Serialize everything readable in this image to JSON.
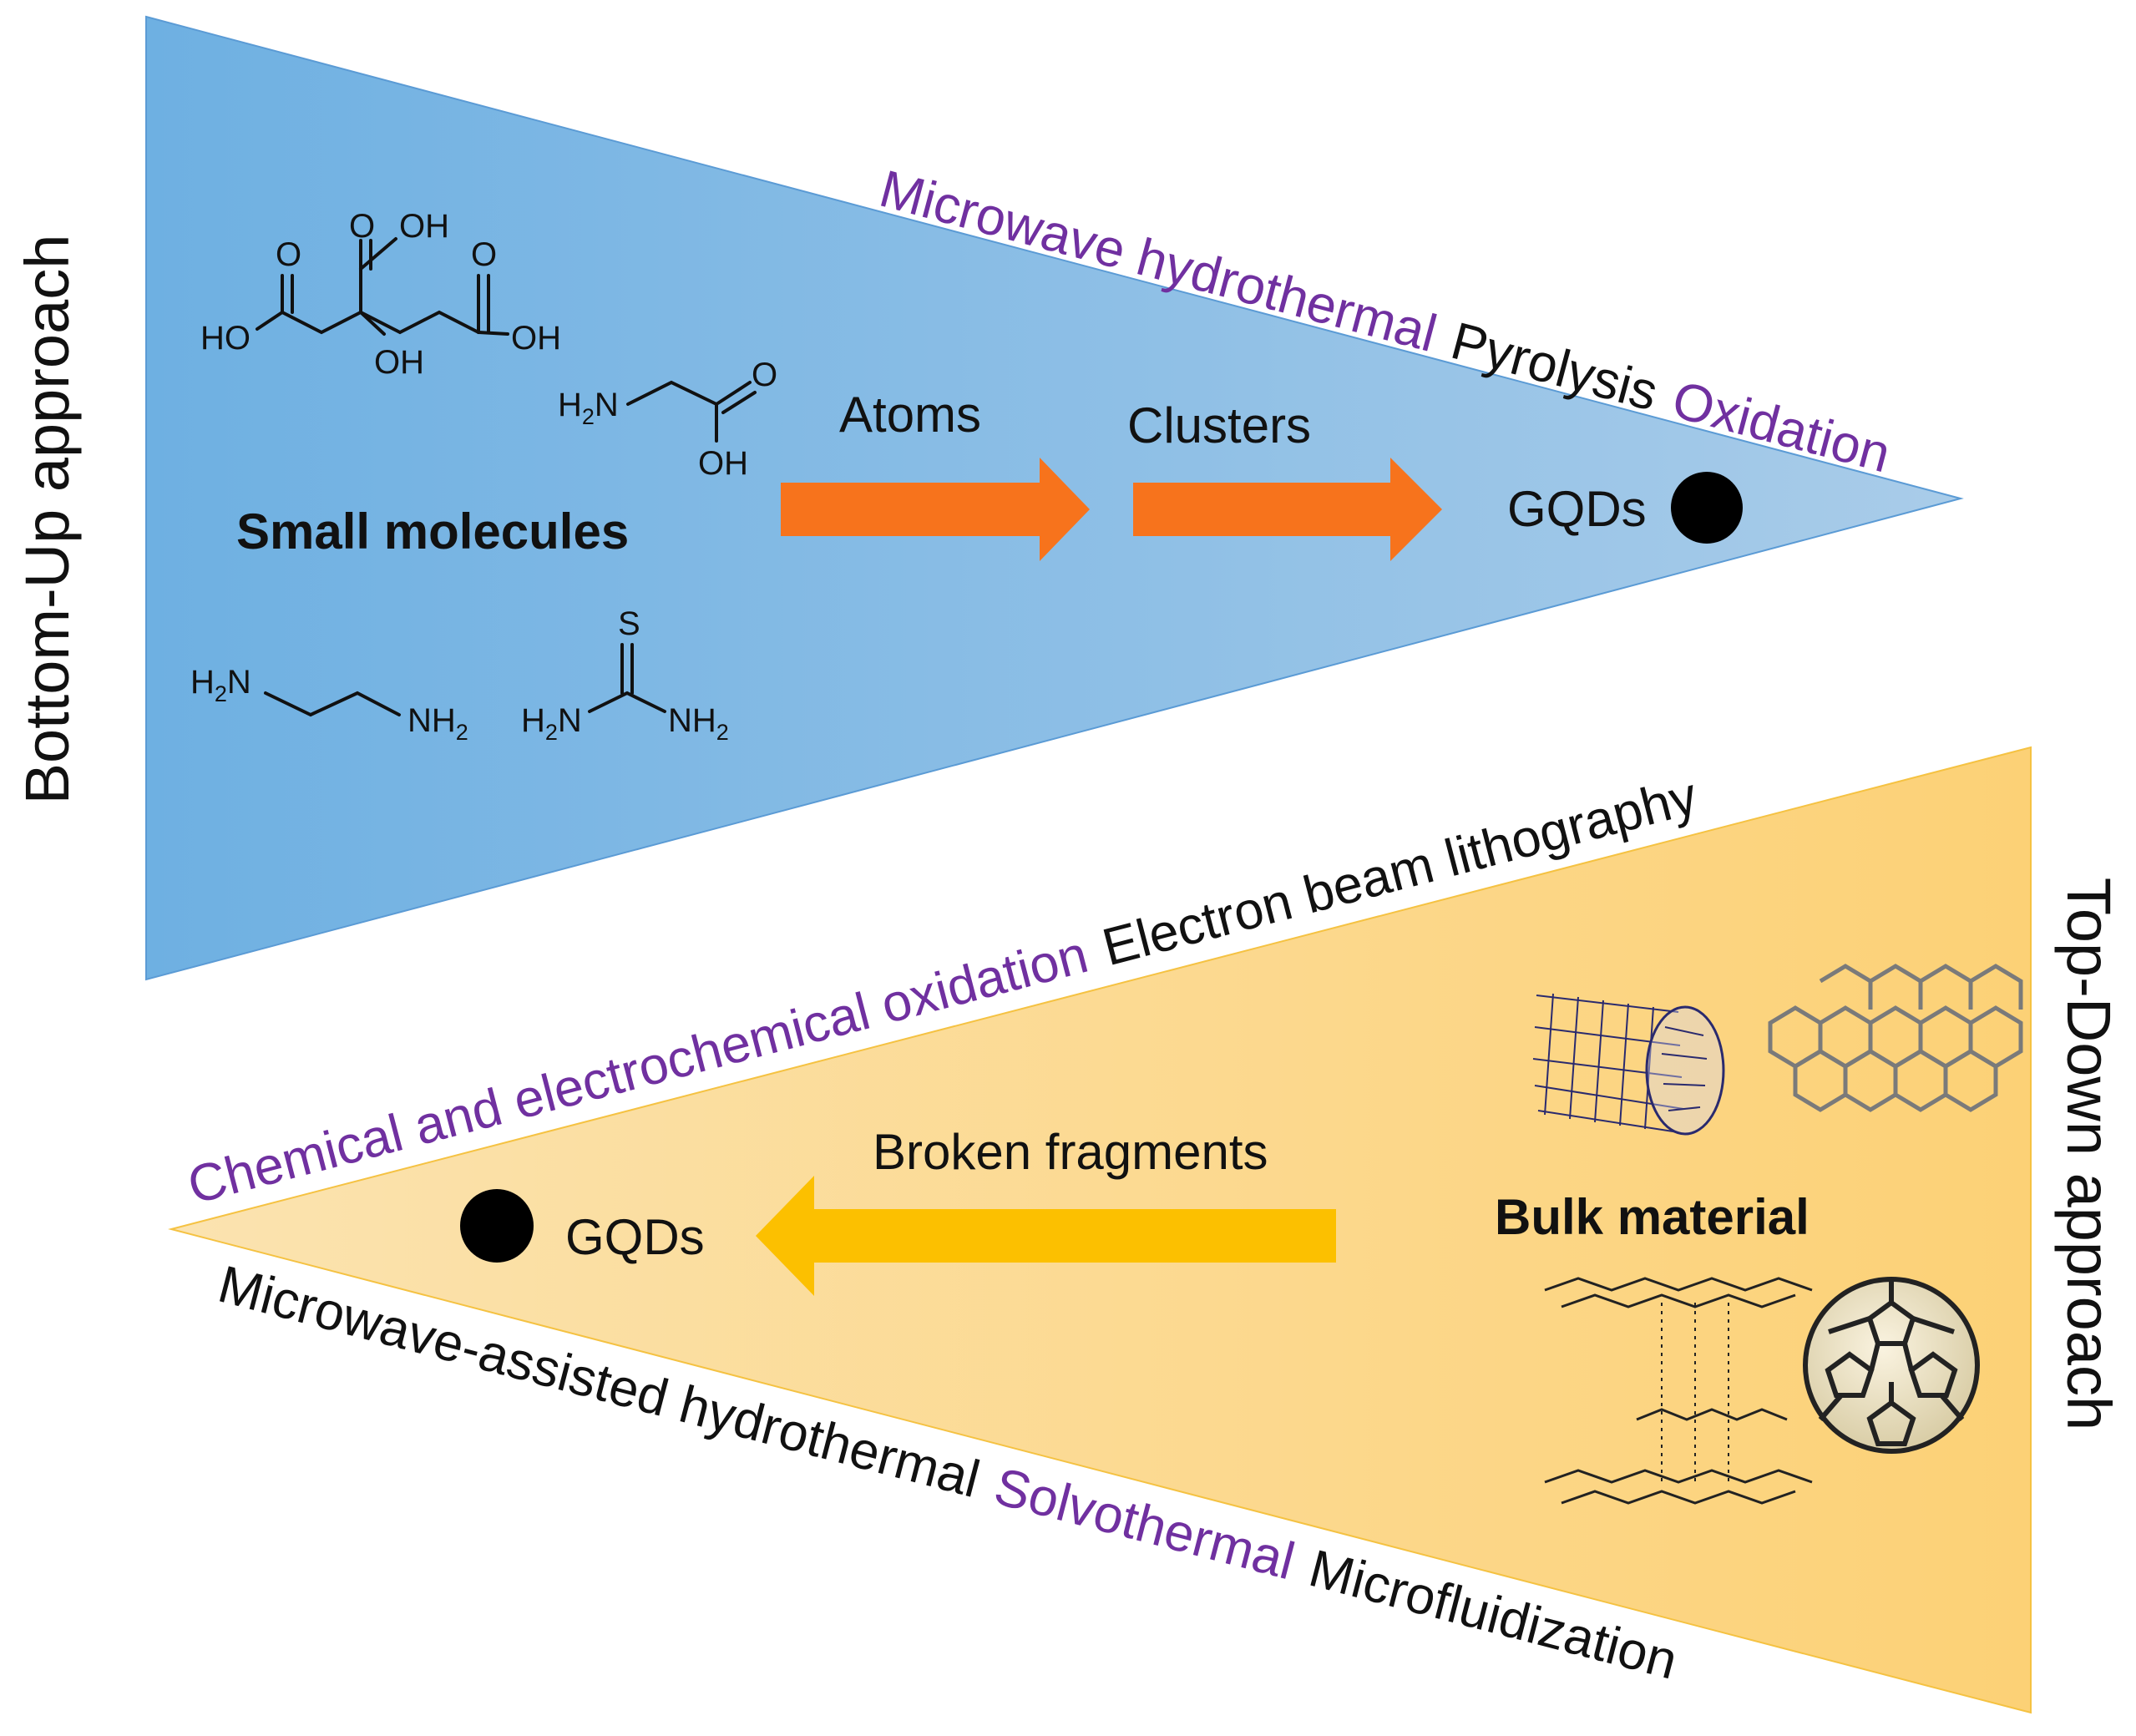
{
  "bottom_up": {
    "side_label": "Bottom-Up approach",
    "methods": [
      {
        "text": "Microwave hydrothermal",
        "color": "#7030a0"
      },
      {
        "text": "Pyrolysis",
        "color": "#111111"
      },
      {
        "text": "Oxidation",
        "color": "#7030a0"
      }
    ],
    "precursor_label": "Small molecules",
    "steps": [
      "Atoms",
      "Clusters"
    ],
    "product": "GQDs",
    "fill_start": "#6eb0e2",
    "fill_end": "#a9cce9",
    "arrow_color": "#f7731c"
  },
  "top_down": {
    "side_label": "Top-Down approach",
    "methods_top": [
      {
        "text": "Chemical and electrochemical oxidation",
        "color": "#7030a0"
      },
      {
        "text": "Electron beam lithography",
        "color": "#111111"
      }
    ],
    "methods_bottom": [
      {
        "text": "Microwave-assisted hydrothermal",
        "color": "#111111"
      },
      {
        "text": "Solvothermal",
        "color": "#7030a0"
      },
      {
        "text": "Microfluidization",
        "color": "#111111"
      }
    ],
    "precursor_label": "Bulk material",
    "step": "Broken fragments",
    "product": "GQDs",
    "fill_start": "#fbe3b0",
    "fill_end": "#fcd176",
    "arrow_color": "#fcc000"
  },
  "molecules": {
    "citric_acid": {
      "oh": "OH",
      "o": "O",
      "ho": "HO"
    },
    "glycine": {
      "h2n": "H",
      "sub2": "2",
      "n": "N",
      "o": "O",
      "oh": "OH"
    },
    "ethylenediamine": {
      "h2n": "H",
      "n": "N",
      "sub2": "2",
      "nh": "NH"
    },
    "thiourea": {
      "s": "S",
      "h2n": "H",
      "n": "N",
      "sub2": "2",
      "nh": "NH"
    }
  }
}
